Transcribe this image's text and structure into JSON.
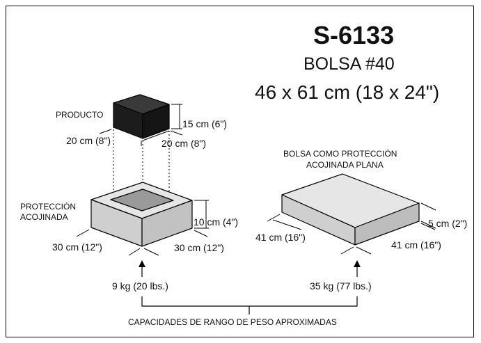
{
  "header": {
    "model": "S-6133",
    "bag_type": "BOLSA #40",
    "bag_size": "46 x 61 cm (18 x 24\")"
  },
  "left_diagram": {
    "product_label": "PRODUCTO",
    "product_height": "15 cm (6\")",
    "product_width_left": "20 cm (8\")",
    "product_width_right": "20 cm (8\")",
    "cushion_label_line1": "PROTECCIÓN",
    "cushion_label_line2": "ACOJINADA",
    "cushion_height": "10 cm (4\")",
    "cushion_width_left": "30 cm (12\")",
    "cushion_width_right": "30 cm (12\")",
    "weight": "9 kg (20 lbs.)"
  },
  "right_diagram": {
    "label_line1": "BOLSA COMO PROTECCIÓN",
    "label_line2": "ACOJINADA PLANA",
    "height": "5 cm (2\")",
    "width_left": "41 cm (16\")",
    "width_right": "41 cm (16\")",
    "weight": "35 kg (77 lbs.)"
  },
  "footer": {
    "caption": "CAPACIDADES DE RANGO DE PESO APROXIMADAS"
  },
  "colors": {
    "product_fill": "#1c1c1c",
    "cushion_fill": "#c9c9c9",
    "cushion_top": "#e6e6e6"
  }
}
